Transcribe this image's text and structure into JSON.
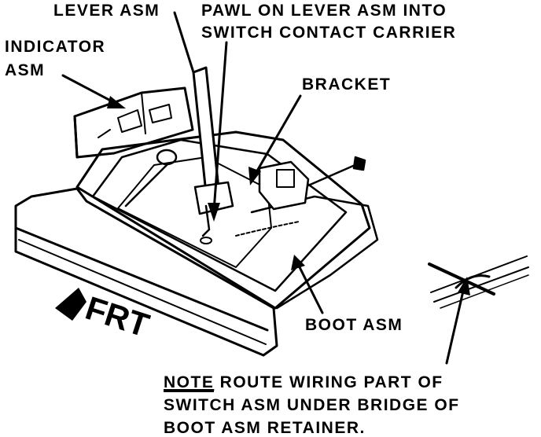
{
  "labels": {
    "lever_asm": "LEVER ASM",
    "pawl_line1": "PAWL ON LEVER ASM INTO",
    "pawl_line2": "SWITCH CONTACT CARRIER",
    "indicator_line1": "INDICATOR",
    "indicator_line2": "ASM",
    "bracket": "BRACKET",
    "boot_asm": "BOOT ASM",
    "frt": "FRT"
  },
  "note": {
    "keyword": "NOTE",
    "line1_rest": " ROUTE WIRING PART OF",
    "line2": "SWITCH ASM UNDER BRIDGE OF",
    "line3": "BOOT ASM RETAINER."
  },
  "colors": {
    "ink": "#000000",
    "paper": "#ffffff"
  }
}
